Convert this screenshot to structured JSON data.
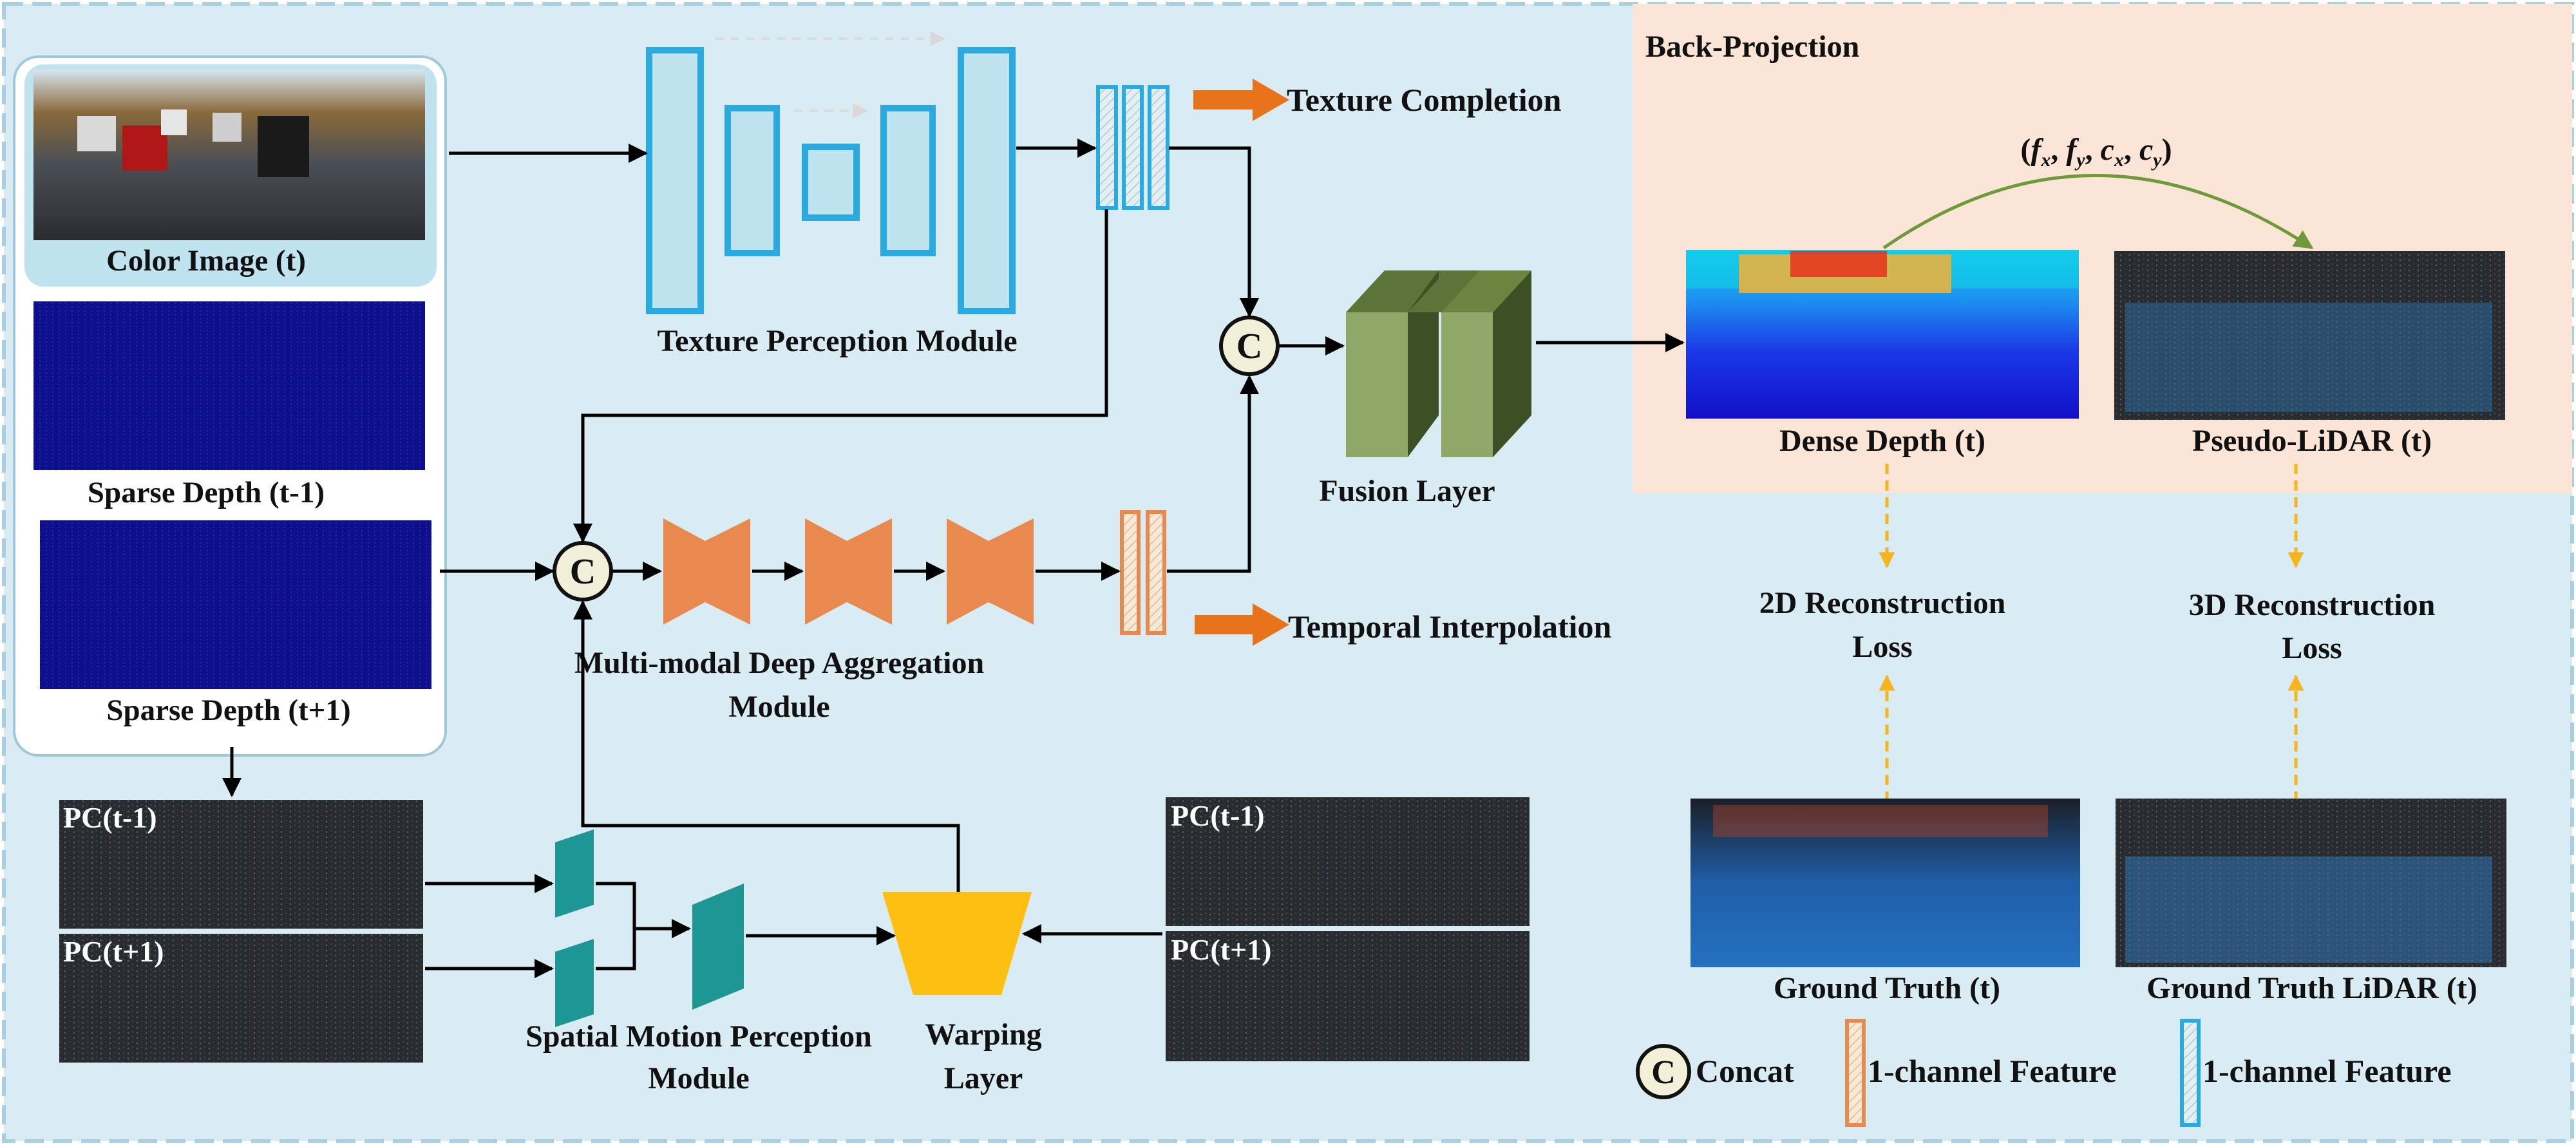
{
  "labels": {
    "color_image": "Color Image (t)",
    "sparse_prev": "Sparse Depth (t-1)",
    "sparse_next": "Sparse Depth (t+1)",
    "pc_prev_left": "PC(t-1)",
    "pc_next_left": "PC(t+1)",
    "pc_prev_right": "PC(t-1)",
    "pc_next_right": "PC(t+1)",
    "texture_module": "Texture Perception Module",
    "texture_completion": "Texture Completion",
    "fusion_layer": "Fusion Layer",
    "mdam_line1": "Multi-modal Deep Aggregation",
    "mdam_line2": "Module",
    "temporal_interp": "Temporal Interpolation",
    "smp_line1": "Spatial Motion Perception",
    "smp_line2": "Module",
    "warp_line1": "Warping",
    "warp_line2": "Layer",
    "back_projection": "Back-Projection",
    "intrinsics_open": "(",
    "intrinsics_f": "f",
    "intrinsics_x": "x",
    "intrinsics_c": "c",
    "intrinsics_y": "y",
    "intrinsics_sep": ", ",
    "intrinsics_close": ")",
    "dense_depth": "Dense Depth (t)",
    "pseudo_lidar": "Pseudo-LiDAR (t)",
    "loss2d_line1": "2D Reconstruction",
    "loss2d_line2": "Loss",
    "loss3d_line1": "3D Reconstruction",
    "loss3d_line2": "Loss",
    "ground_truth": "Ground Truth (t)",
    "ground_truth_lidar": "Ground Truth LiDAR (t)",
    "concat_symbol": "C",
    "legend_concat": "Concat",
    "legend_feature_orange": "1-channel Feature",
    "legend_feature_blue": "1-channel Feature"
  },
  "colors": {
    "background": "#daecf3",
    "back_projection_bg": "#fbe5d6",
    "encoder_blue": "#29abe2",
    "aggregation_orange": "#e8894f",
    "arrow_orange": "#e8731b",
    "fusion_green": "#8fa86a",
    "smp_teal": "#1e9694",
    "warp_yellow": "#fdc010",
    "loss_dashed": "#f5b51e",
    "intrinsics_arrow": "#6e9a3c"
  }
}
